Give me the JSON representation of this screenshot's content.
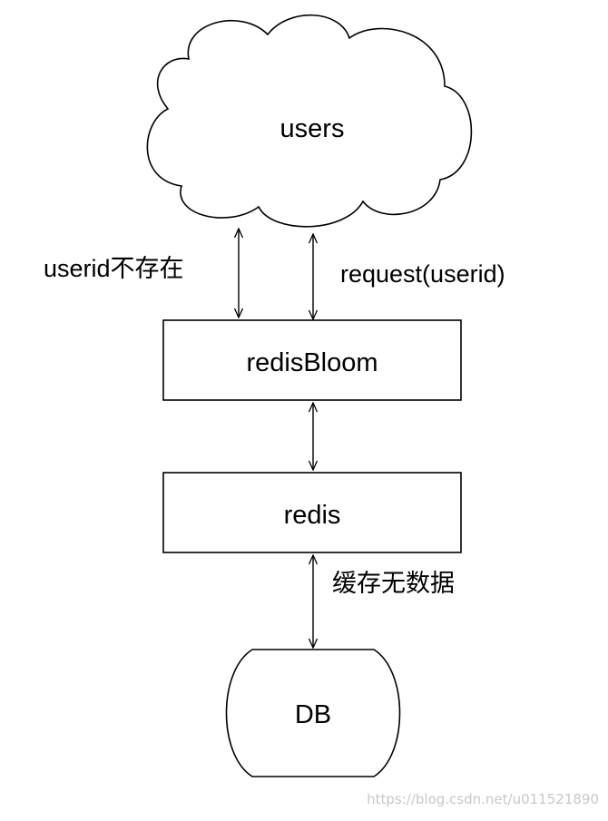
{
  "diagram": {
    "nodes": {
      "users": "users",
      "redisbloom": "redisBloom",
      "redis": "redis",
      "db": "DB"
    },
    "edges": {
      "users_to_bloom_left": "userid不存在",
      "users_to_bloom_right": "request(userid)",
      "bloom_to_redis": "",
      "redis_to_db": "缓存无数据"
    }
  },
  "watermark": "https://blog.csdn.net/u011521890"
}
